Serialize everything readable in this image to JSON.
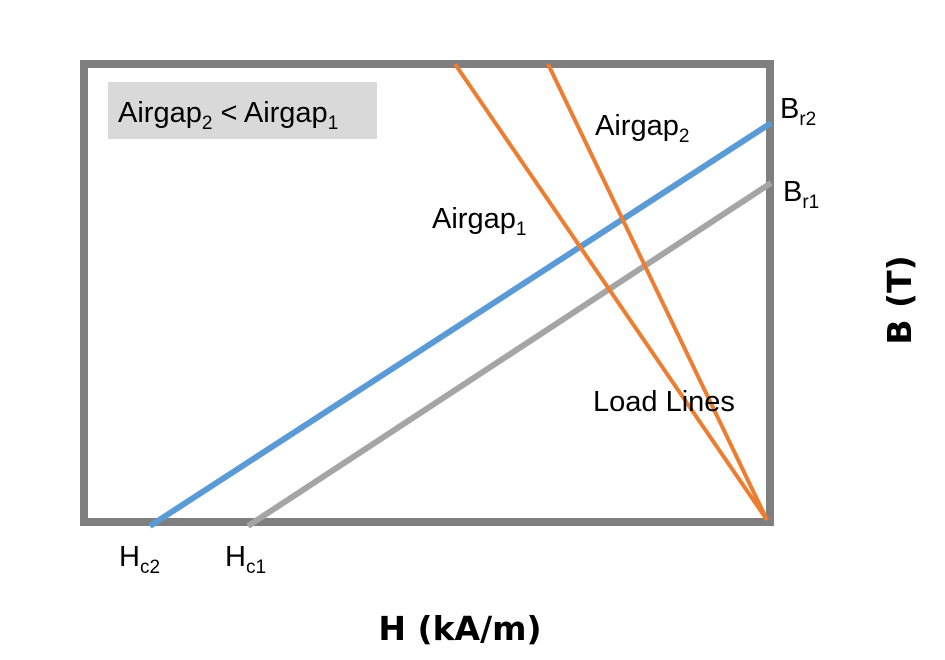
{
  "colors": {
    "frame": "#7f7f7f",
    "demag_curve_2": "#5b9bd5",
    "demag_curve_1": "#a5a5a5",
    "load_line": "#ed7d31",
    "note_box": "#d9d9d9",
    "text": "#000000"
  },
  "note": {
    "part1": "Airgap",
    "sub1": "2",
    "part2": " < Airgap",
    "sub2": "1"
  },
  "labels": {
    "airgap1": {
      "main": "Airgap",
      "sub": "1"
    },
    "airgap2": {
      "main": "Airgap",
      "sub": "2"
    },
    "br2": {
      "main": "B",
      "sub": "r2"
    },
    "br1": {
      "main": "B",
      "sub": "r1"
    },
    "hc2": {
      "main": "H",
      "sub": "c2"
    },
    "hc1": {
      "main": "H",
      "sub": "c1"
    },
    "load_lines": "Load Lines"
  },
  "axes": {
    "x_title": "H (kA/m)",
    "y_title": "B (T)"
  }
}
